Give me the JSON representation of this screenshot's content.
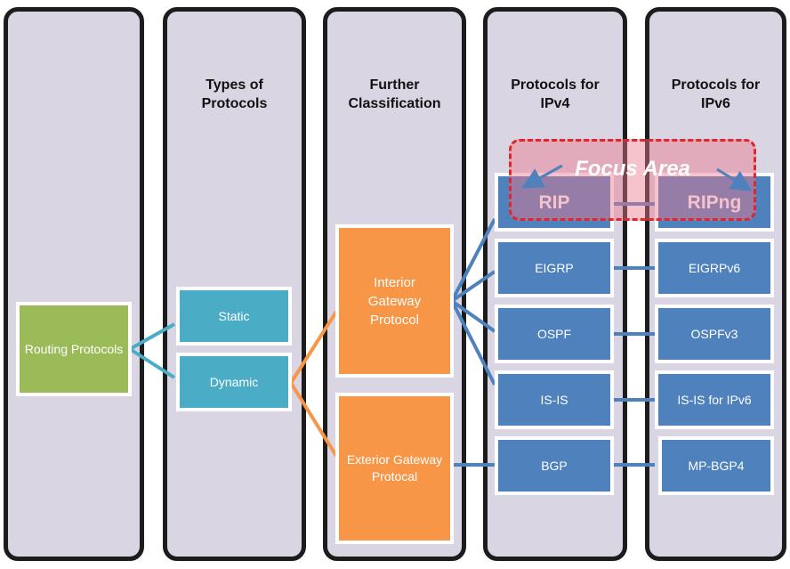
{
  "columns": [
    {
      "title": ""
    },
    {
      "title": "Types of\nProtocols"
    },
    {
      "title": "Further\nClassification"
    },
    {
      "title": "Protocols for\nIPv4"
    },
    {
      "title": "Protocols for\nIPv6"
    }
  ],
  "nodes": {
    "routing_protocols": "Routing Protocols",
    "static": "Static",
    "dynamic": "Dynamic",
    "igp": "Interior\nGateway\nProtocol",
    "egp": "Exterior Gateway\nProtocal",
    "ipv4": [
      "RIP",
      "EIGRP",
      "OSPF",
      "IS-IS",
      "BGP"
    ],
    "ipv6": [
      "RIPng",
      "EIGRPv6",
      "OSPFv3",
      "IS-IS for IPv6",
      "MP-BGP4"
    ]
  },
  "focus_area": {
    "label": "Focus Area"
  },
  "colors": {
    "column_bg": "#d9d5e3",
    "root": "#9bbb59",
    "type": "#4bacc6",
    "classification": "#f79646",
    "protocol": "#4f81bd",
    "focus_border": "#e0252b"
  }
}
